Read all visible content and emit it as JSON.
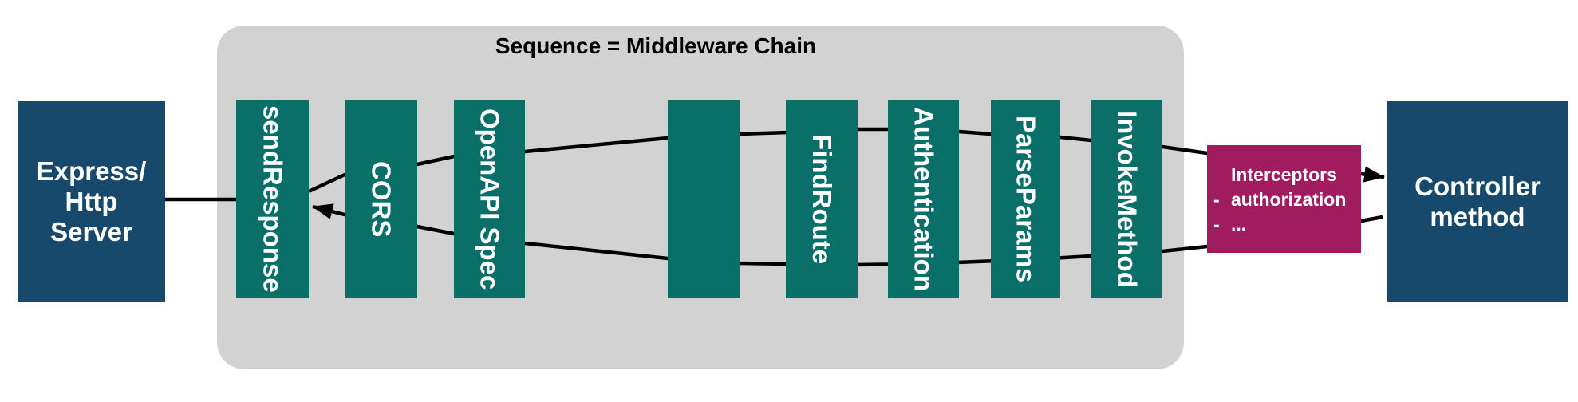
{
  "panel": {
    "title": "Sequence = Middleware Chain"
  },
  "express_box": {
    "line1": "Express/",
    "line2": "Http",
    "line3": "Server"
  },
  "controller_box": {
    "line1": "Controller",
    "line2": "method"
  },
  "middlewares": [
    {
      "label": "sendResponse"
    },
    {
      "label": "CORS"
    },
    {
      "label": "OpenAPI Spec"
    },
    {
      "label": ""
    },
    {
      "label": "FindRoute"
    },
    {
      "label": "Authentication"
    },
    {
      "label": "ParseParams"
    },
    {
      "label": "InvokeMethod"
    }
  ],
  "interceptors": {
    "title": "Interceptors",
    "bullets": [
      {
        "dash": "-",
        "text": "authorization"
      },
      {
        "dash": "-",
        "text": "..."
      }
    ]
  },
  "colors": {
    "box_blue": "#17496c",
    "box_teal": "#0a6f69",
    "box_magenta": "#a01c5e",
    "panel_gray": "#d2d2d2",
    "line_black": "#000000",
    "text_white": "#ffffff",
    "title_black": "#000000"
  }
}
